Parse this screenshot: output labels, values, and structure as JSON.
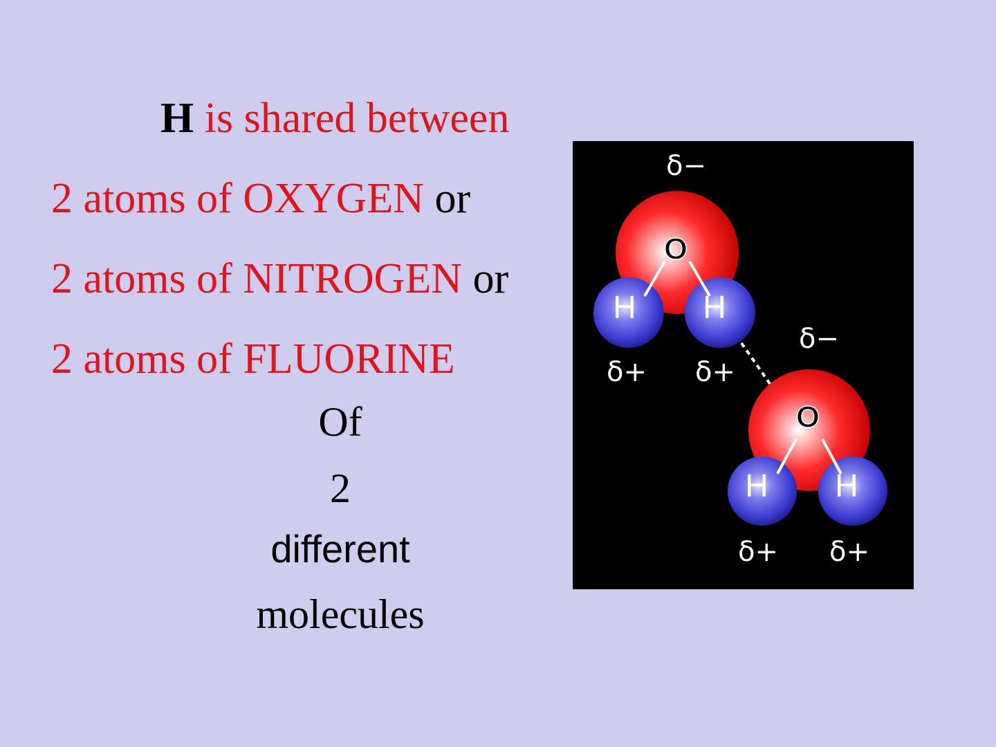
{
  "text": {
    "line1_bold": "H",
    "line1_rest": " is shared between",
    "line2_red": "2 atoms of OXYGEN",
    "line2_black": " or",
    "line3_red": "2 atoms of NITROGEN",
    "line3_black": " or",
    "line4_red": "2 atoms of FLUORINE",
    "word_of": "Of",
    "word_two": "2",
    "word_different": "different",
    "word_molecules": "molecules"
  },
  "diagram": {
    "oxygen_symbol": "O",
    "hydrogen_symbol": "H",
    "partial_negative": "δ−",
    "partial_positive": "δ+",
    "colors": {
      "background": "#000000",
      "oxygen": "#ff2a2a",
      "hydrogen": "#3a3ad0",
      "bond": "#ffffff"
    }
  },
  "colors": {
    "slide_background": "#cecdee",
    "text_red": "#e0141a",
    "text_black": "#000000"
  }
}
